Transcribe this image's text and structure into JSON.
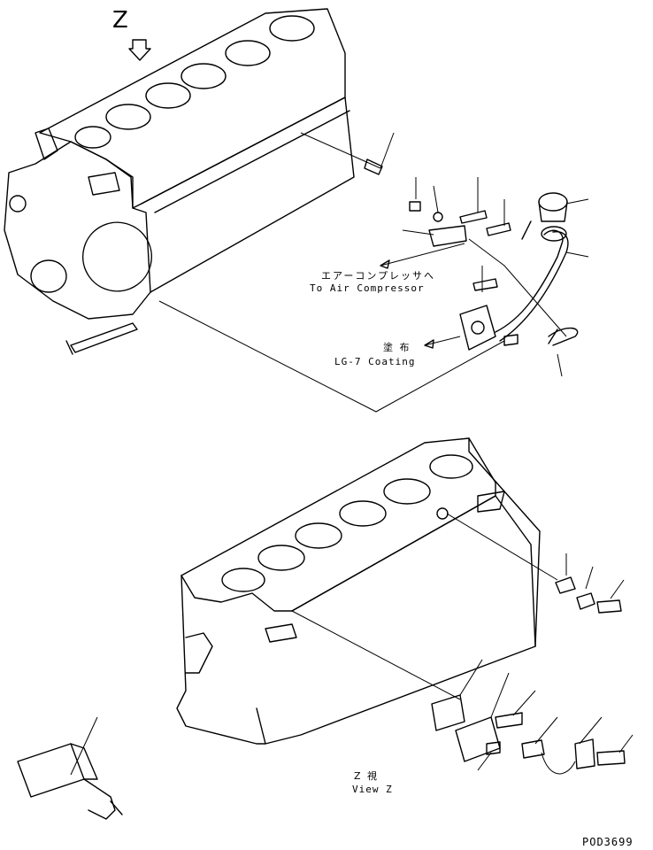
{
  "view_marker": "Z",
  "callouts": {
    "air_compressor_jp": "エアーコンプレッサへ",
    "air_compressor_en": "To Air Compressor",
    "coating_jp": "塗 布",
    "coating_en": "LG-7 Coating",
    "view_jp": "Z  視",
    "view_en": "View Z"
  },
  "drawing_code": "POD3699"
}
